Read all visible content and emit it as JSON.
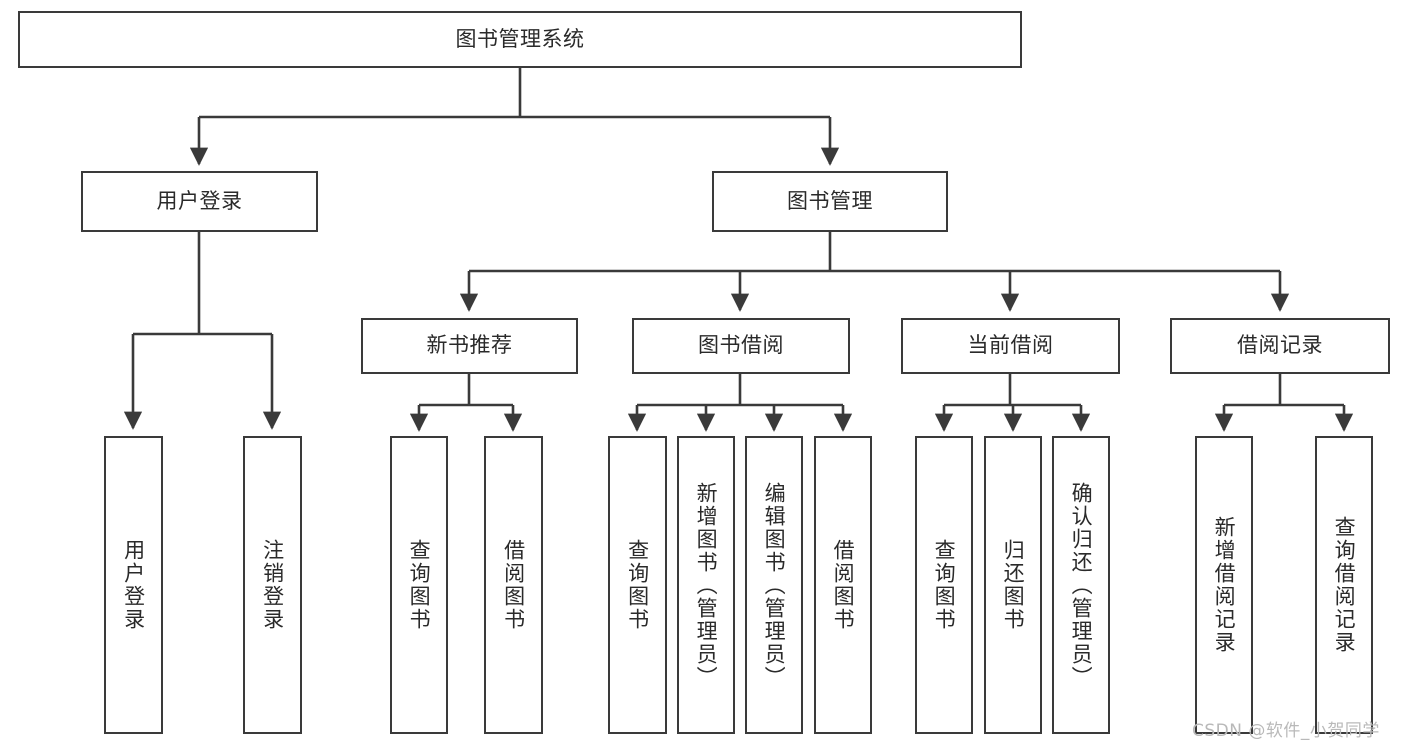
{
  "diagram": {
    "title": "图书管理系统",
    "watermark": "CSDN @软件_小贺同学",
    "line_color": "#3a3a3a",
    "text_color": "#2a2a2a",
    "background": "#ffffff",
    "nodes": {
      "root": "图书管理系统",
      "level2": {
        "user_login": "用户登录",
        "book_manage": "图书管理"
      },
      "level3": {
        "new_book_recommend": "新书推荐",
        "book_borrow": "图书借阅",
        "current_borrow": "当前借阅",
        "borrow_record": "借阅记录"
      },
      "leaves": {
        "user_login_1": "用户登录",
        "user_login_2": "注销登录",
        "recommend_1": "查询图书",
        "recommend_2": "借阅图书",
        "borrow_1": "查询图书",
        "borrow_2": "新增图书（管理员）",
        "borrow_3": "编辑图书（管理员）",
        "borrow_4": "借阅图书",
        "current_1": "查询图书",
        "current_2": "归还图书",
        "current_3": "确认归还（管理员）",
        "record_1": "新增借阅记录",
        "record_2": "查询借阅记录"
      }
    }
  }
}
